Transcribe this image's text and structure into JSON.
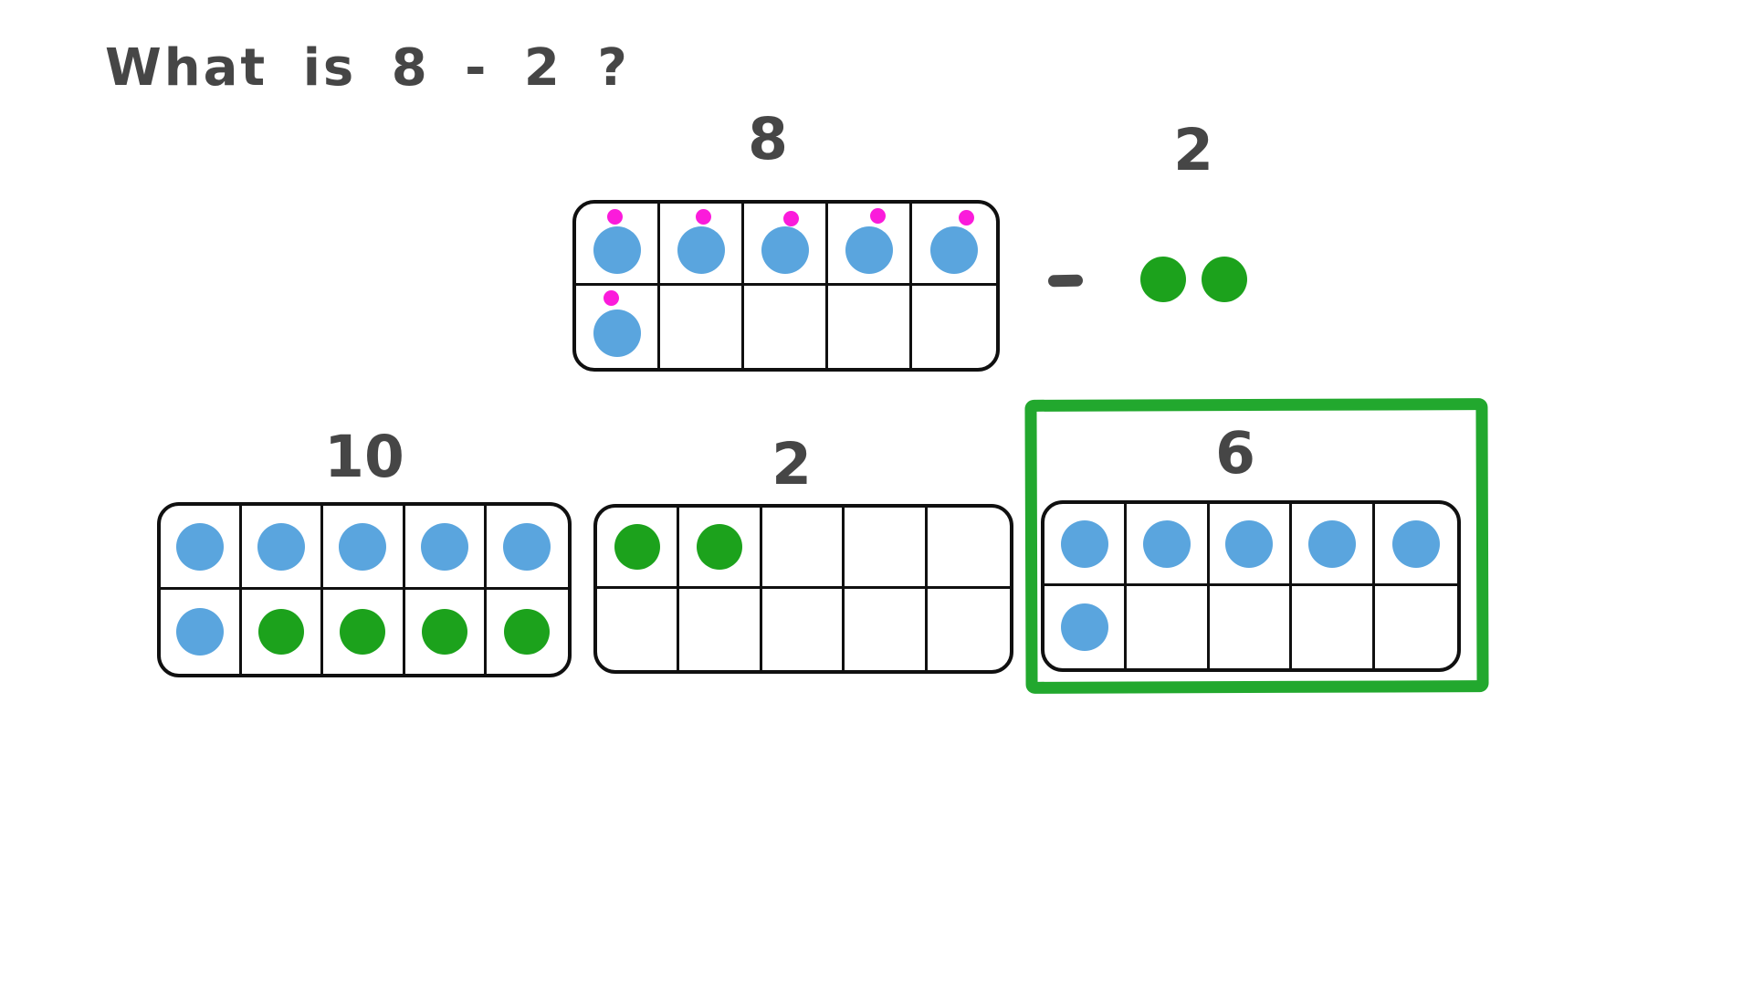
{
  "question": "What is 8 - 2 ?",
  "colors": {
    "ink": "#464646",
    "frame_border": "#101010",
    "dot_blue": "#5AA5DE",
    "dot_green": "#1CA21C",
    "dot_magenta": "#FB1BDB",
    "highlight_green": "#22A82E"
  },
  "expression": {
    "operator": "-",
    "subtrahend_dot_count": 2,
    "subtrahend_dot_color": "green"
  },
  "frames": {
    "minuend": {
      "label": "8",
      "cells": [
        [
          "blue-marked",
          "blue-marked",
          "blue-marked",
          "blue-marked",
          "blue-marked"
        ],
        [
          "blue-marked",
          "",
          "",
          "",
          ""
        ]
      ]
    },
    "subtrahend": {
      "label": "2",
      "cells": [
        [
          "green",
          "green",
          "",
          "",
          ""
        ],
        [
          "",
          "",
          "",
          "",
          ""
        ]
      ]
    },
    "total": {
      "label": "10",
      "cells": [
        [
          "blue",
          "blue",
          "blue",
          "blue",
          "blue"
        ],
        [
          "blue",
          "green",
          "green",
          "green",
          "green"
        ]
      ]
    },
    "answer": {
      "label": "6",
      "highlighted": true,
      "cells": [
        [
          "blue",
          "blue",
          "blue",
          "blue",
          "blue"
        ],
        [
          "blue",
          "",
          "",
          "",
          ""
        ]
      ]
    }
  }
}
